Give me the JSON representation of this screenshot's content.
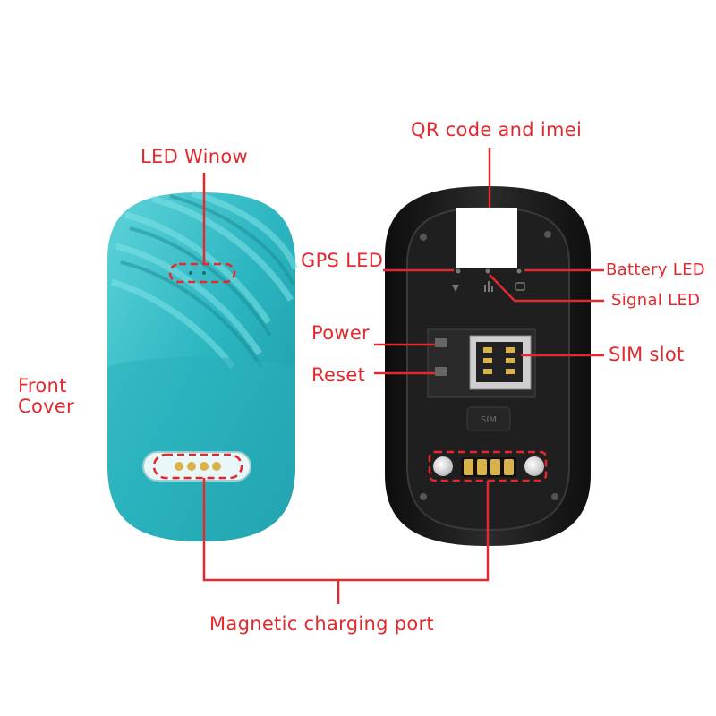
{
  "labels": {
    "led_window": "LED Winow",
    "front_cover_line1": "Front",
    "front_cover_line2": "Cover",
    "qr_code": "QR code and imei",
    "gps_led": "GPS LED",
    "battery_led": "Battery LED",
    "signal_led": "Signal LED",
    "power": "Power",
    "reset": "Reset",
    "sim_slot": "SIM slot",
    "magnetic_port": "Magnetic charging port"
  },
  "device_marks": {
    "sim_text": "SIM"
  },
  "colors": {
    "callout": "#e3292e",
    "front_cover": "#2bb5c0",
    "back_case": "#1b1b1b",
    "pcb": "#2a2a2a",
    "pin_gold": "#d9b24a"
  }
}
